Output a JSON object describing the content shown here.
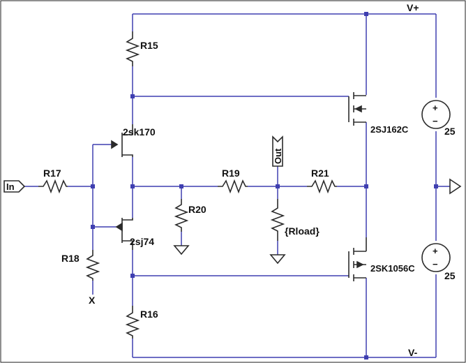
{
  "labels": {
    "vplus": "V+",
    "vminus": "V-",
    "r15": "R15",
    "r16": "R16",
    "r17": "R17",
    "r18": "R18",
    "r19": "R19",
    "r20": "R20",
    "r21": "R21",
    "rload": "{Rload}",
    "q_2sk170": "2sk170",
    "q_2sj74": "2sj74",
    "q_2sj162c": "2SJ162C",
    "q_2sk1056c": "2SK1056C",
    "v_top_value": "25",
    "v_bottom_value": "25",
    "port_in": "In",
    "port_out": "Out",
    "no_connect": "X",
    "plus_sign": "+",
    "minus_sign": "−"
  },
  "colors": {
    "wire": "#3f3fb0",
    "component": "#2b2b2b",
    "background": "#ffffff"
  }
}
